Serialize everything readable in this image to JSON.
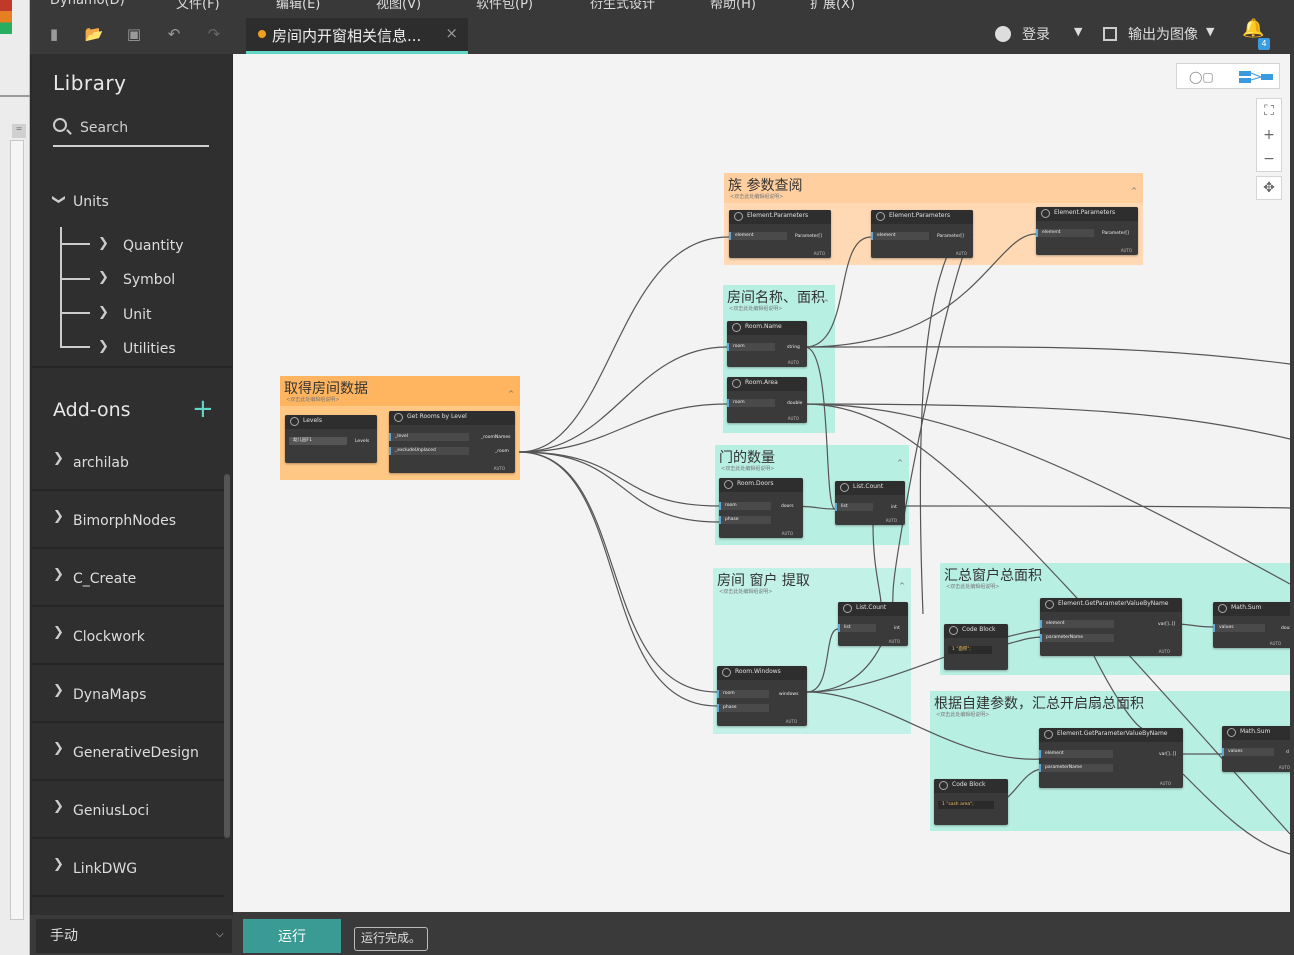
{
  "menubar": {
    "items": [
      "Dynamo(D)",
      "文件(F)",
      "编辑(E)",
      "视图(V)",
      "软件包(P)",
      "衍生式设计",
      "帮助(H)",
      "扩展(X)"
    ]
  },
  "toolbar": {
    "tab_title": "房间内开窗相关信息...",
    "tab_close": "×",
    "login_label": "登录",
    "export_label": "输出为图像",
    "notification_count": "4"
  },
  "library": {
    "title": "Library",
    "search_placeholder": "Search",
    "category": "Units",
    "subcategories": [
      "Quantity",
      "Symbol",
      "Unit",
      "Utilities"
    ],
    "addons_title": "Add-ons",
    "packages": [
      "archilab",
      "BimorphNodes",
      "C_Create",
      "Clockwork",
      "DynaMaps",
      "GenerativeDesign",
      "GeniusLoci",
      "LinkDWG"
    ]
  },
  "canvas": {
    "groups": [
      {
        "title": "取得房间数据",
        "subtitle": "<双击此处编辑组说明>"
      },
      {
        "title": "族 参数查阅",
        "subtitle": "<双击此处编辑组说明>"
      },
      {
        "title": "房间名称、面积",
        "subtitle": "<双击此处编辑组说明>"
      },
      {
        "title": "门的数量",
        "subtitle": "<双击此处编辑组说明>"
      },
      {
        "title": "房间 窗户 提取",
        "subtitle": "<双击此处编辑组说明>"
      },
      {
        "title": "汇总窗户总面积",
        "subtitle": "<双击此处编辑组说明>"
      },
      {
        "title": "根据自建参数，汇总开启扇总面积",
        "subtitle": "<双击此处编辑组说明>"
      }
    ],
    "nodes": {
      "levels": {
        "title": "Levels",
        "value": "幼儿园F1",
        "out": "Levels"
      },
      "rooms_by_level": {
        "title": "Get Rooms by Level",
        "in1": "_level",
        "in2": "_excludeUnplaced",
        "out1": "_roomNames",
        "out2": "_room",
        "lacing": "AUTO"
      },
      "param1": {
        "title": "Element.Parameters",
        "in": "element",
        "out": "Parameter[]",
        "lacing": "AUTO"
      },
      "param2": {
        "title": "Element.Parameters",
        "in": "element",
        "out": "Parameter[]",
        "lacing": "AUTO"
      },
      "param3": {
        "title": "Element.Parameters",
        "in": "element",
        "out": "Parameter[]",
        "lacing": "AUTO"
      },
      "room_name": {
        "title": "Room.Name",
        "in": "room",
        "out": "string",
        "lacing": "AUTO"
      },
      "room_area": {
        "title": "Room.Area",
        "in": "room",
        "out": "double",
        "lacing": "AUTO"
      },
      "room_doors": {
        "title": "Room.Doors",
        "in1": "room",
        "in2": "phase",
        "out": "doors",
        "lacing": "AUTO"
      },
      "count_doors": {
        "title": "List.Count",
        "in": "list",
        "out": "int",
        "lacing": "AUTO"
      },
      "count_windows": {
        "title": "List.Count",
        "in": "list",
        "out": "int",
        "lacing": "AUTO"
      },
      "room_windows": {
        "title": "Room.Windows",
        "in1": "room",
        "in2": "phase",
        "out": "windows",
        "lacing": "AUTO"
      },
      "code_block1": {
        "title": "Code Block",
        "code": "1  \"面积\";"
      },
      "get_param1": {
        "title": "Element.GetParameterValueByName",
        "in1": "element",
        "in2": "parameterName",
        "out": "var[]..[]",
        "lacing": "AUTO"
      },
      "math_sum1": {
        "title": "Math.Sum",
        "in": "values",
        "out": "doub",
        "lacing": "AUTO"
      },
      "code_block2": {
        "title": "Code Block",
        "code": "1  \"sash area\";"
      },
      "get_param2": {
        "title": "Element.GetParameterValueByName",
        "in1": "element",
        "in2": "parameterName",
        "out": "var[]..[]",
        "lacing": "AUTO"
      },
      "math_sum2": {
        "title": "Math.Sum",
        "in": "values",
        "out": "d",
        "lacing": "AUTO"
      }
    }
  },
  "bottombar": {
    "run_mode": "手动",
    "run_label": "运行",
    "status": "运行完成。"
  },
  "colors": {
    "accent": "#5fd6c6",
    "run_button": "#3a9a94",
    "group_orange": "#ffb55f",
    "group_peach": "#ffd2a8",
    "group_teal": "#a8eadc",
    "modified_dot": "#f0a020"
  }
}
